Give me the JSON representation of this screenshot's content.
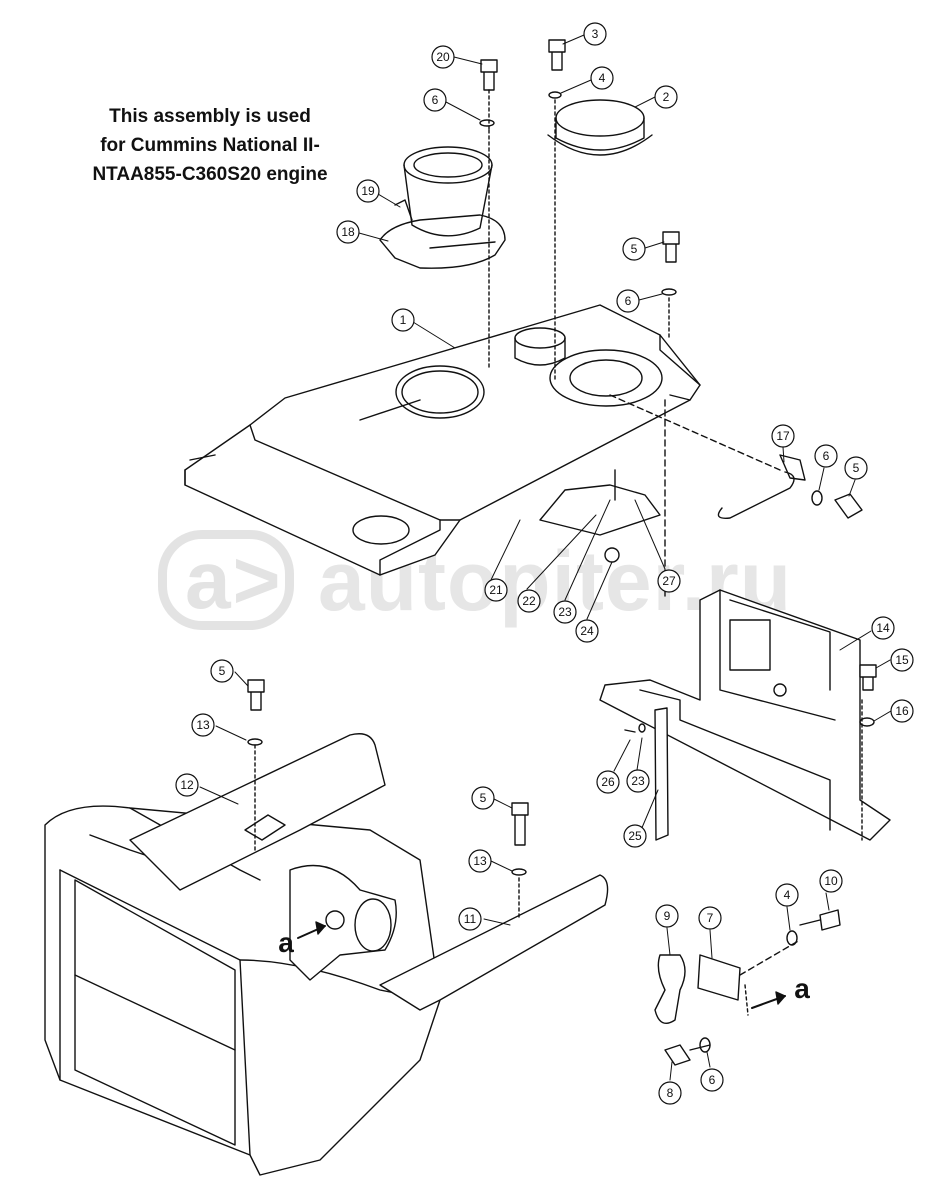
{
  "note": {
    "line1": "This assembly is used",
    "line2": "for Cummins National II-",
    "line3": "NTAA855-C360S20 engine"
  },
  "watermark": {
    "logo": "a>",
    "text": "autopiter.ru"
  },
  "view_markers": {
    "left": "a",
    "right": "a"
  },
  "callouts": {
    "c20": "20",
    "c3": "3",
    "c4a": "4",
    "c2": "2",
    "c6a": "6",
    "c19": "19",
    "c18": "18",
    "c5a": "5",
    "c6b": "6",
    "c1": "1",
    "c17": "17",
    "c6c": "6",
    "c5b": "5",
    "c21": "21",
    "c22": "22",
    "c23a": "23",
    "c24": "24",
    "c27": "27",
    "c14": "14",
    "c15": "15",
    "c16": "16",
    "c5c": "5",
    "c13a": "13",
    "c12": "12",
    "c26": "26",
    "c23b": "23",
    "c25": "25",
    "c5d": "5",
    "c13b": "13",
    "c11": "11",
    "c9": "9",
    "c7": "7",
    "c4b": "4",
    "c10": "10",
    "c8": "8",
    "c6d": "6"
  }
}
